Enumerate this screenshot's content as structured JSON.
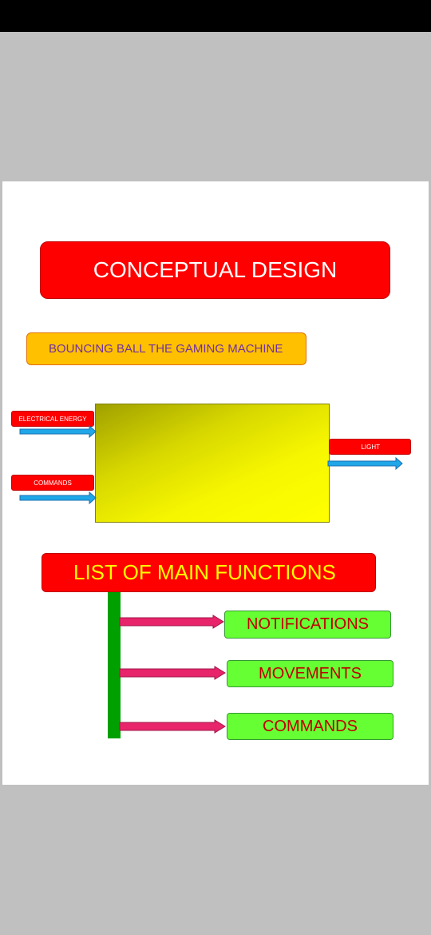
{
  "title": "CONCEPTUAL DESIGN",
  "subtitle": "BOUNCING BALL THE GAMING MACHINE",
  "inputs": [
    {
      "label": "ELECTRICAL ENERGY"
    },
    {
      "label": "COMMANDS"
    }
  ],
  "outputs": [
    {
      "label": "LIGHT"
    }
  ],
  "functions_title": "LIST OF MAIN FUNCTIONS",
  "functions": [
    {
      "label": "NOTIFICATIONS"
    },
    {
      "label": "MOVEMENTS"
    },
    {
      "label": "COMMANDS"
    }
  ],
  "colors": {
    "title_fill": "#ff0000",
    "subtitle_fill": "#ffc000",
    "subtitle_text": "#7030a0",
    "machine_fill": "#ffff00",
    "io_arrow": "#1fa7e8",
    "function_arrow": "#e8246a",
    "trunk": "#00a000",
    "function_fill": "#66ff33",
    "function_text": "#c00000"
  }
}
